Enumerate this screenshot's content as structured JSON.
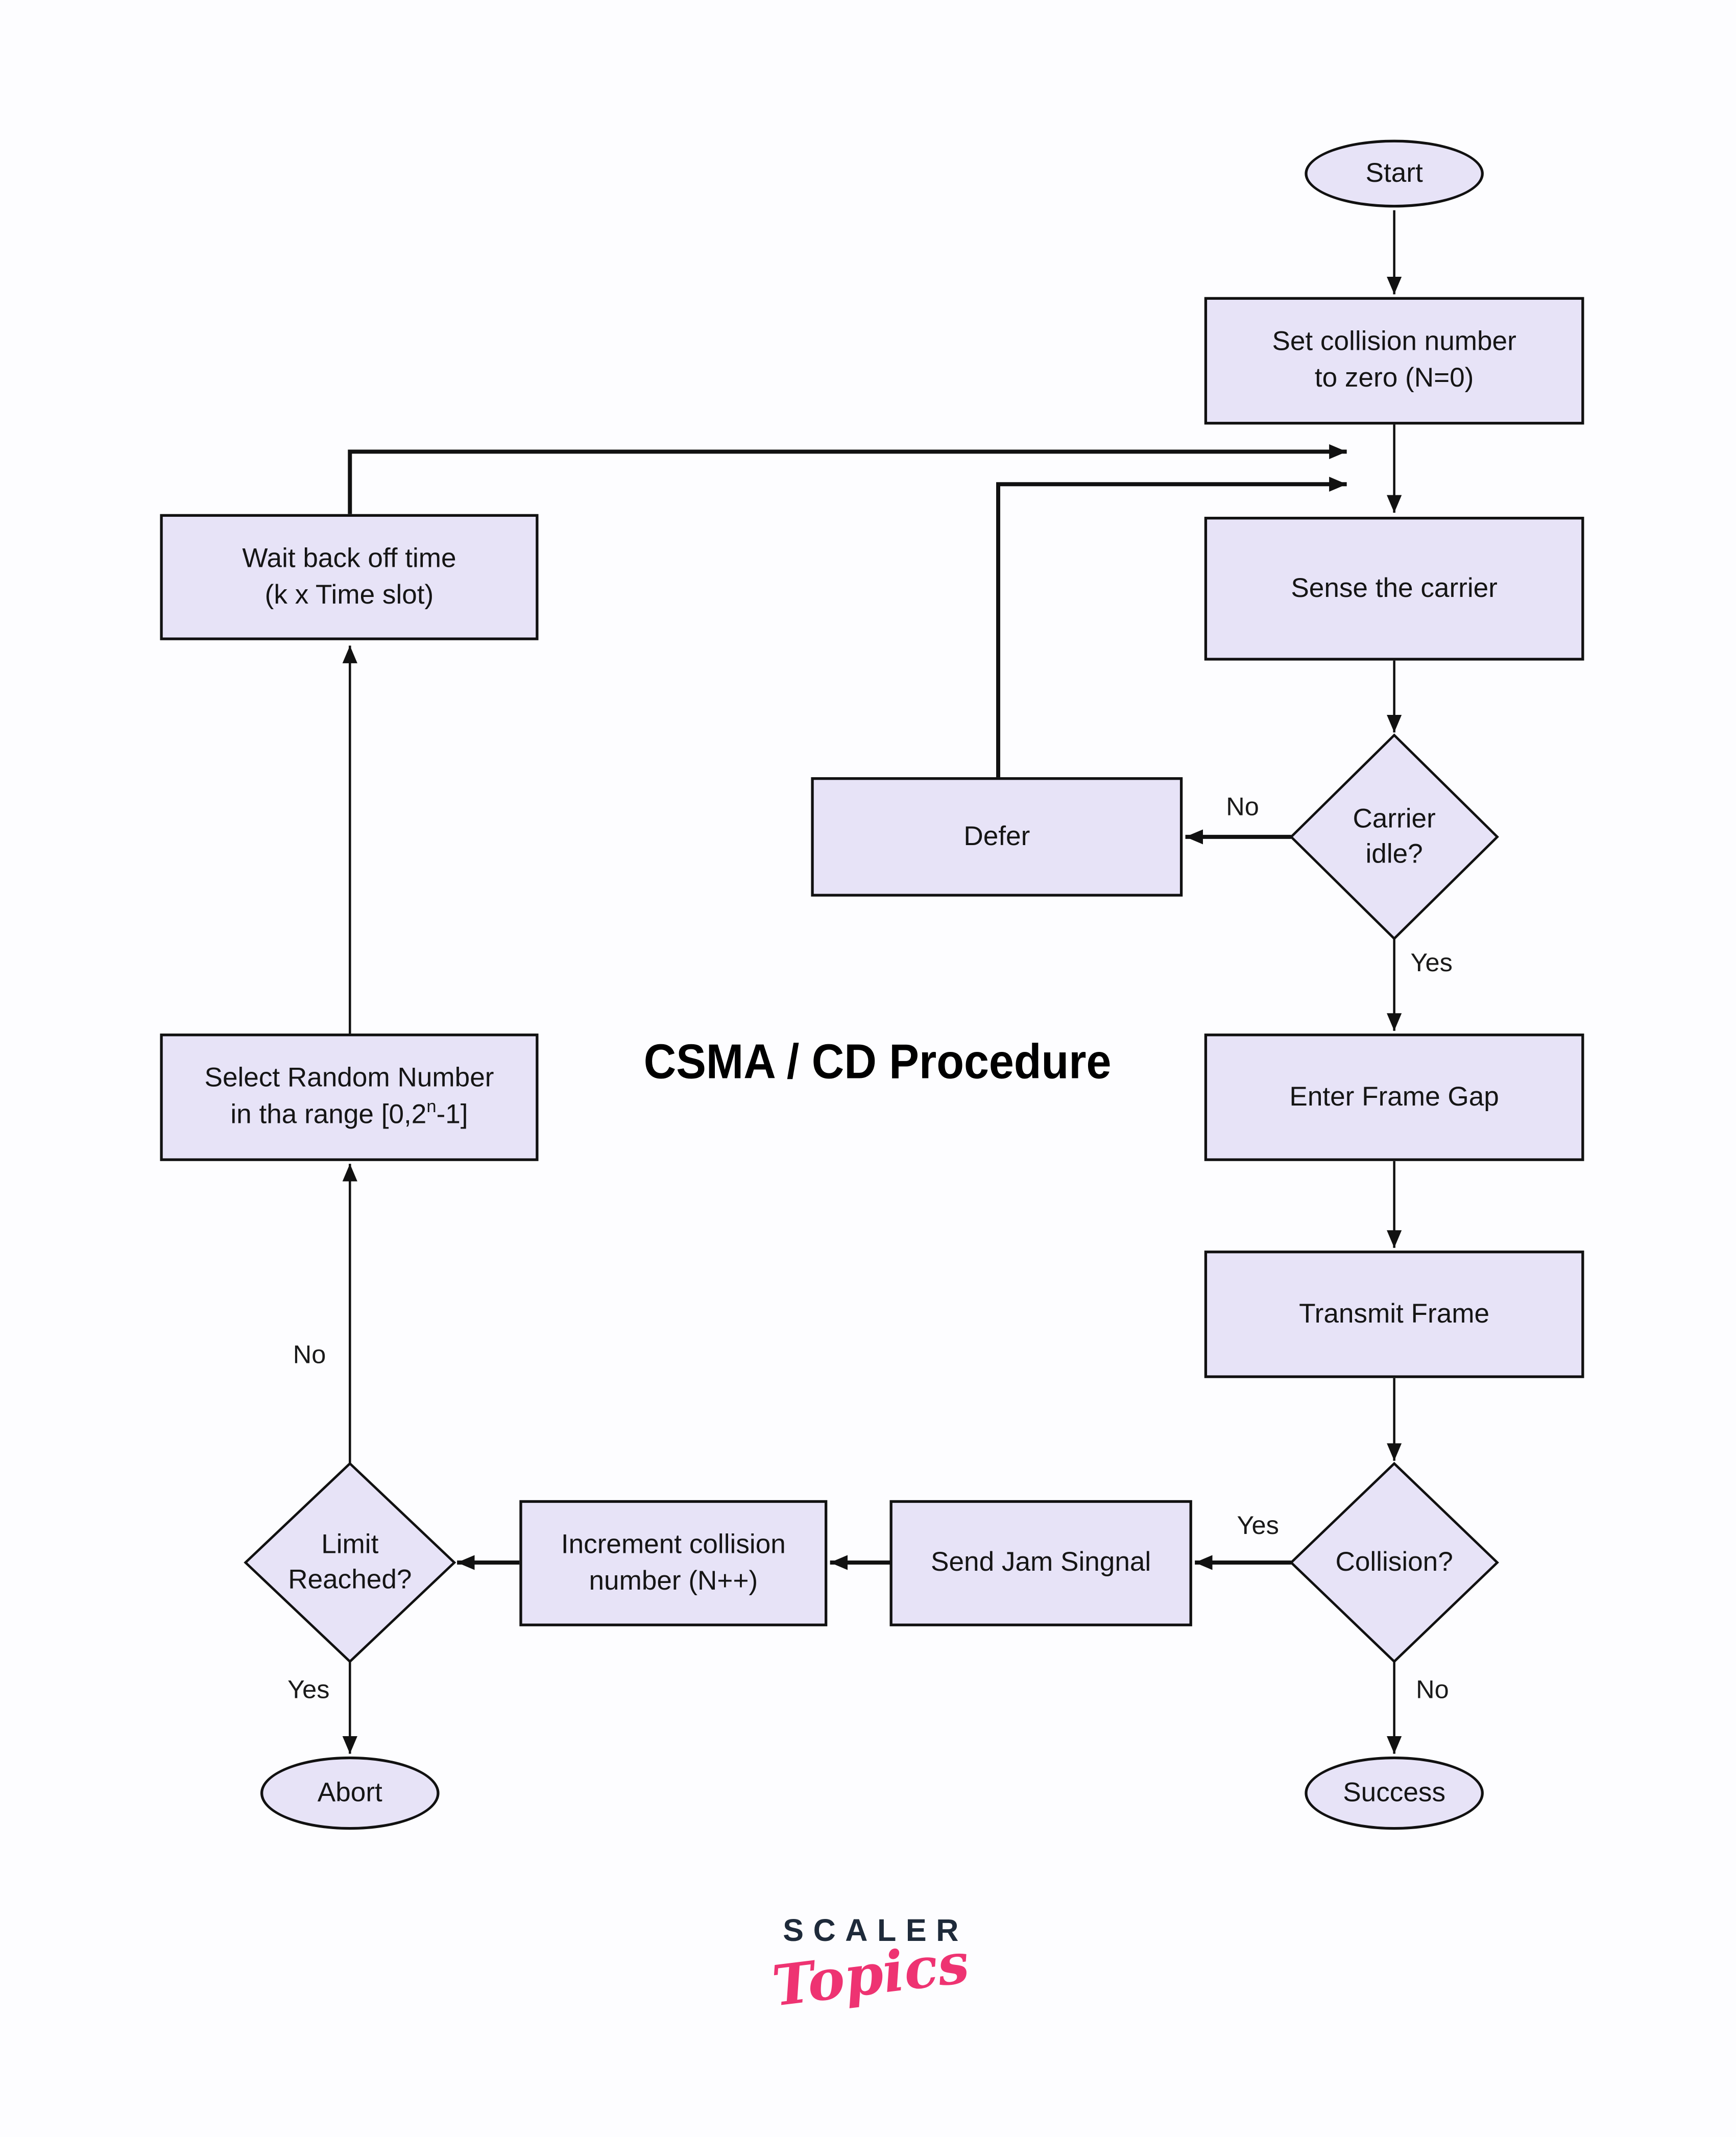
{
  "title": "CSMA / CD Procedure",
  "nodes": {
    "start": {
      "label": "Start"
    },
    "set_collision": {
      "line1": "Set collision number",
      "line2": "to zero (N=0)"
    },
    "sense": {
      "label": "Sense the carrier"
    },
    "carrier_idle": {
      "line1": "Carrier",
      "line2": "idle?"
    },
    "defer": {
      "label": "Defer"
    },
    "enter_frame_gap": {
      "label": "Enter Frame Gap"
    },
    "transmit": {
      "label": "Transmit Frame"
    },
    "collision": {
      "label": "Collision?"
    },
    "send_jam": {
      "label": "Send Jam Singnal"
    },
    "increment": {
      "line1": "Increment collision",
      "line2": "number (N++)"
    },
    "limit": {
      "line1": "Limit",
      "line2": "Reached?"
    },
    "select_random": {
      "line1": "Select Random Number",
      "line2_pre": "in tha range [0,2",
      "line2_sup": "n",
      "line2_post": "-1]"
    },
    "wait": {
      "line1": "Wait back off time",
      "line2": "(k x Time slot)"
    },
    "abort": {
      "label": "Abort"
    },
    "success": {
      "label": "Success"
    }
  },
  "edge_labels": {
    "carrier_no": "No",
    "carrier_yes": "Yes",
    "collision_yes": "Yes",
    "collision_no": "No",
    "limit_no": "No",
    "limit_yes": "Yes"
  },
  "logo": {
    "brand": "SCALER",
    "sub": "Topics"
  },
  "colors": {
    "node_fill": "#e7e3f7",
    "node_border": "#111111",
    "background": "#fdfdff",
    "accent_pink": "#ee3372",
    "brand_navy": "#1e2a3a"
  }
}
